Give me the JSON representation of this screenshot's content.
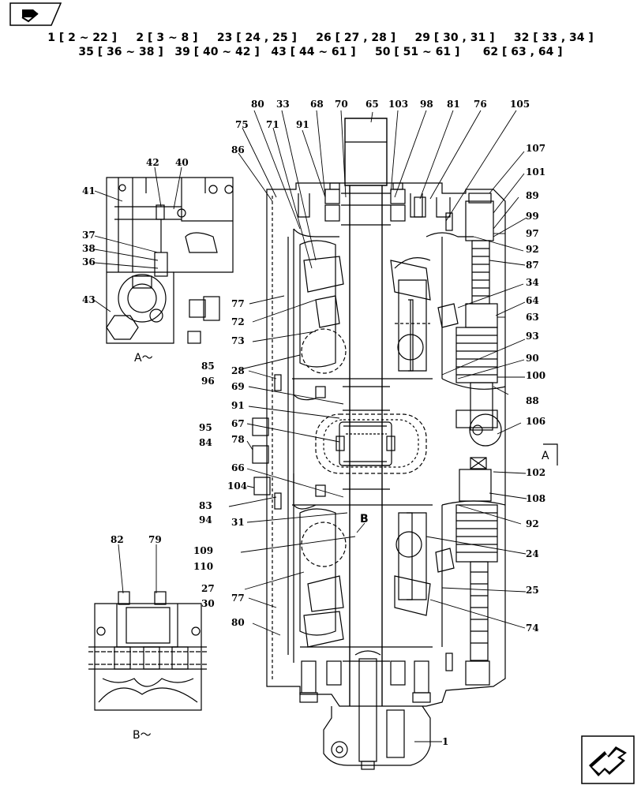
{
  "header": {
    "line1": "1 [ 2 ~ 22 ]     2 [ 3 ~ 8 ]     23 [ 24 , 25 ]     26 [ 27 , 28 ]     29 [ 30 , 31 ]     32 [ 33 , 34 ]",
    "line2": "35 [ 36 ~ 38 ]   39 [ 40 ~ 42 ]   43 [ 44 ~ 61 ]     50 [ 51 ~ 61 ]      62 [ 63 , 64 ]"
  },
  "icons": {
    "top_left": "book-tab-icon",
    "bottom_right": "next-page-arrow-icon"
  },
  "view_labels": {
    "a_view": "A～",
    "b_view": "B～",
    "a_marker": "A",
    "b_marker": "B"
  },
  "callouts": [
    {
      "id": "c80a",
      "text": "80"
    },
    {
      "id": "c33",
      "text": "33"
    },
    {
      "id": "c68",
      "text": "68"
    },
    {
      "id": "c70",
      "text": "70"
    },
    {
      "id": "c65",
      "text": "65"
    },
    {
      "id": "c103",
      "text": "103"
    },
    {
      "id": "c98",
      "text": "98"
    },
    {
      "id": "c81",
      "text": "81"
    },
    {
      "id": "c76",
      "text": "76"
    },
    {
      "id": "c105",
      "text": "105"
    },
    {
      "id": "c75",
      "text": "75"
    },
    {
      "id": "c71",
      "text": "71"
    },
    {
      "id": "c91a",
      "text": "91"
    },
    {
      "id": "c86",
      "text": "86"
    },
    {
      "id": "c107",
      "text": "107"
    },
    {
      "id": "c101",
      "text": "101"
    },
    {
      "id": "c89",
      "text": "89"
    },
    {
      "id": "c99",
      "text": "99"
    },
    {
      "id": "c97",
      "text": "97"
    },
    {
      "id": "c92a",
      "text": "92"
    },
    {
      "id": "c87",
      "text": "87"
    },
    {
      "id": "c34",
      "text": "34"
    },
    {
      "id": "c64",
      "text": "64"
    },
    {
      "id": "c63",
      "text": "63"
    },
    {
      "id": "c93",
      "text": "93"
    },
    {
      "id": "c90",
      "text": "90"
    },
    {
      "id": "c100",
      "text": "100"
    },
    {
      "id": "c88",
      "text": "88"
    },
    {
      "id": "c106",
      "text": "106"
    },
    {
      "id": "c102",
      "text": "102"
    },
    {
      "id": "c108",
      "text": "108"
    },
    {
      "id": "c92b",
      "text": "92"
    },
    {
      "id": "c24",
      "text": "24"
    },
    {
      "id": "c25",
      "text": "25"
    },
    {
      "id": "c74",
      "text": "74"
    },
    {
      "id": "c1",
      "text": "1"
    },
    {
      "id": "c77a",
      "text": "77"
    },
    {
      "id": "c72",
      "text": "72"
    },
    {
      "id": "c73",
      "text": "73"
    },
    {
      "id": "c85",
      "text": "85"
    },
    {
      "id": "c28",
      "text": "28"
    },
    {
      "id": "c96",
      "text": "96"
    },
    {
      "id": "c69",
      "text": "69"
    },
    {
      "id": "c91b",
      "text": "91"
    },
    {
      "id": "c67",
      "text": "67"
    },
    {
      "id": "c95",
      "text": "95"
    },
    {
      "id": "c84",
      "text": "84"
    },
    {
      "id": "c78",
      "text": "78"
    },
    {
      "id": "c66",
      "text": "66"
    },
    {
      "id": "c104",
      "text": "104"
    },
    {
      "id": "c83",
      "text": "83"
    },
    {
      "id": "c94",
      "text": "94"
    },
    {
      "id": "c31",
      "text": "31"
    },
    {
      "id": "c109",
      "text": "109"
    },
    {
      "id": "c110",
      "text": "110"
    },
    {
      "id": "c27",
      "text": "27"
    },
    {
      "id": "c30",
      "text": "30"
    },
    {
      "id": "c77b",
      "text": "77"
    },
    {
      "id": "c80b",
      "text": "80"
    },
    {
      "id": "c42",
      "text": "42"
    },
    {
      "id": "c40",
      "text": "40"
    },
    {
      "id": "c41",
      "text": "41"
    },
    {
      "id": "c37",
      "text": "37"
    },
    {
      "id": "c38",
      "text": "38"
    },
    {
      "id": "c36",
      "text": "36"
    },
    {
      "id": "c43",
      "text": "43"
    },
    {
      "id": "c82",
      "text": "82"
    },
    {
      "id": "c79",
      "text": "79"
    }
  ]
}
